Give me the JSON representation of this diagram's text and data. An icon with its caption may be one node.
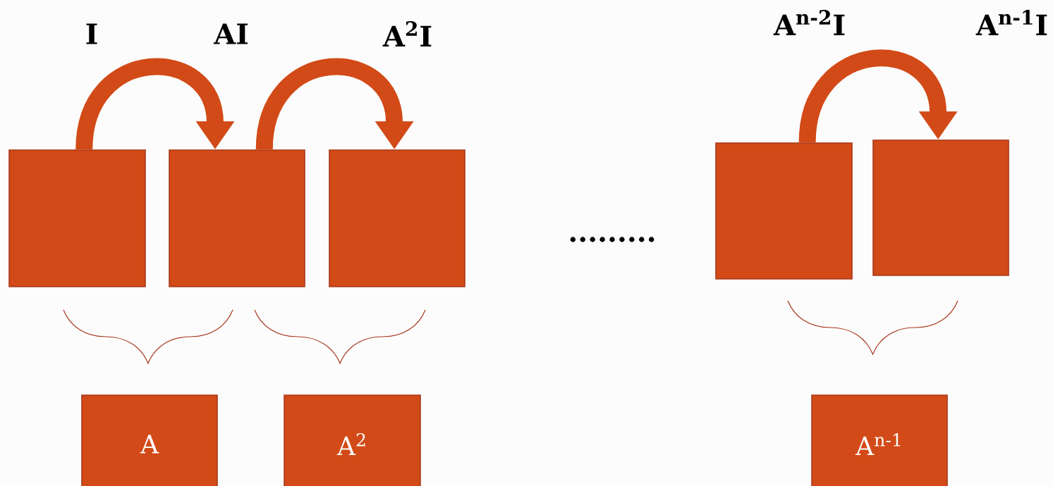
{
  "diagram": {
    "nodes": [
      {
        "text": [
          "I"
        ]
      },
      {
        "text": [
          "AI"
        ]
      },
      {
        "text": [
          "A$^{2}$I"
        ]
      },
      {
        "text": [
          "A$^{n-2}$I"
        ]
      },
      {
        "text": [
          "A$^{n-1}$I"
        ]
      },
      {
        "text": [
          "A"
        ]
      },
      {
        "text": [
          "A$^{2}$"
        ]
      },
      {
        "text": [
          "A$^{n-1}$"
        ]
      }
    ],
    "edges": [
      {
        "from": 0,
        "to": 1,
        "arrow": "to"
      },
      {
        "from": 1,
        "to": 2,
        "arrow": "to"
      },
      {
        "from": 3,
        "to": 4,
        "arrow": "to"
      }
    ],
    "labels": [
      "........."
    ]
  }
}
